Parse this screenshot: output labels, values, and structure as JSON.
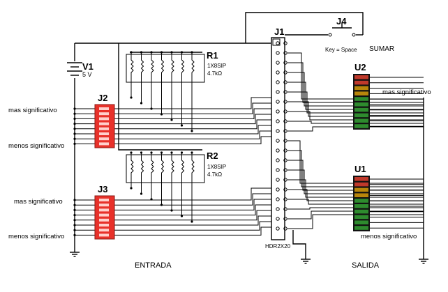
{
  "components": {
    "v1": {
      "ref": "V1",
      "value": "5 V"
    },
    "r1": {
      "ref": "R1",
      "part": "1X8SIP",
      "value": "4.7kΩ"
    },
    "r2": {
      "ref": "R2",
      "part": "1X8SIP",
      "value": "4.7kΩ"
    },
    "j1": {
      "ref": "J1",
      "part": "HDR2X20"
    },
    "j2": {
      "ref": "J2"
    },
    "j3": {
      "ref": "J3"
    },
    "j4": {
      "ref": "J4",
      "key": "Key = Space"
    },
    "u1": {
      "ref": "U1"
    },
    "u2": {
      "ref": "U2"
    }
  },
  "labels": {
    "j2_msb": "mas significativo",
    "j2_lsb": "menos significativo",
    "j3_msb": "mas significativo",
    "j3_lsb": "menos significativo",
    "u2_msb": "mas significativo",
    "u1_lsb": "menos significativo",
    "sumar": "SUMAR",
    "entrada": "ENTRADA",
    "salida": "SALIDA"
  },
  "colors": {
    "dip_switch": "#e8312a",
    "bar_red": "#c0392b",
    "bar_orange": "#b8860b",
    "bar_green": "#2e8b2e",
    "bar_dark": "#111111"
  }
}
